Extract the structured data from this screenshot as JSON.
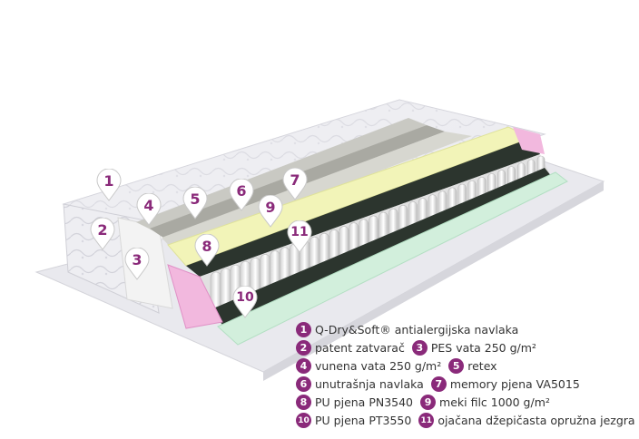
{
  "colors": {
    "accent": "#8a2a7a",
    "text": "#333333"
  },
  "pins": [
    "1",
    "2",
    "3",
    "4",
    "5",
    "6",
    "7",
    "8",
    "9",
    "10",
    "11"
  ],
  "legend": [
    [
      {
        "num": "1",
        "text": "Q-Dry&Soft® antialergijska navlaka"
      }
    ],
    [
      {
        "num": "2",
        "text": "patent zatvarač"
      },
      {
        "num": "3",
        "text": "PES vata 250 g/m²"
      }
    ],
    [
      {
        "num": "4",
        "text": "vunena vata 250 g/m²"
      },
      {
        "num": "5",
        "text": "retex"
      }
    ],
    [
      {
        "num": "6",
        "text": "unutrašnja navlaka"
      },
      {
        "num": "7",
        "text": "memory pjena VA5015"
      }
    ],
    [
      {
        "num": "8",
        "text": "PU pjena PN3540"
      },
      {
        "num": "9",
        "text": "meki filc 1000 g/m²"
      }
    ],
    [
      {
        "num": "10",
        "text": "PU pjena PT3550"
      },
      {
        "num": "11",
        "text": "ojačana džepičasta opružna jezgra"
      }
    ]
  ]
}
